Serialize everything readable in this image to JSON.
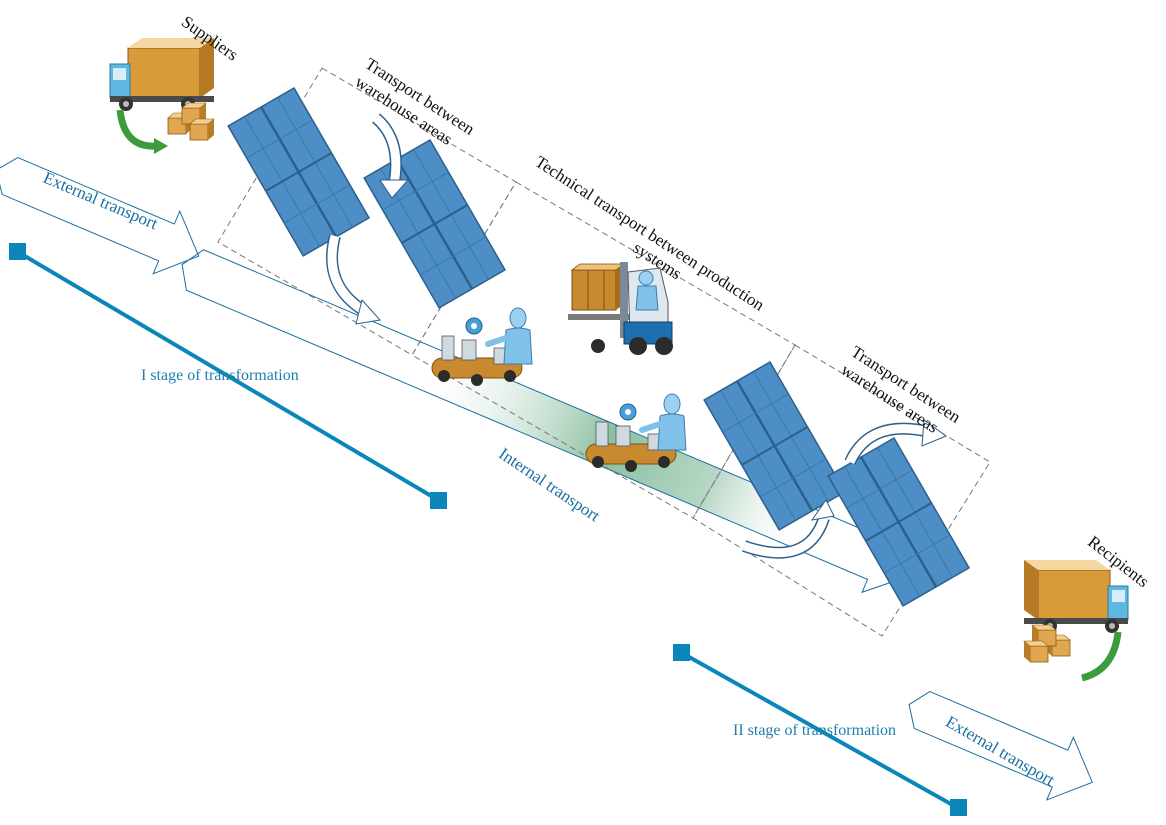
{
  "labels": {
    "suppliers": "Suppliers",
    "recipients": "Recipients",
    "external_transport_left": "External transport",
    "external_transport_right": "External transport",
    "internal_transport": "Internal transport",
    "stage_one": "I stage of transformation",
    "stage_two": "II stage of transformation",
    "warehouse_1_line1": "Transport between",
    "warehouse_1_line2": "warehouse areas",
    "technical_line1": "Technical transport between production",
    "technical_line2": "systems",
    "warehouse_2_line1": "Transport between",
    "warehouse_2_line2": "warehouse areas"
  },
  "colors": {
    "accent_blue": "#0a86b8",
    "stage_text": "#1f7fae",
    "arrow_text": "#1a6fa0",
    "rack_fill": "#4d8ec6",
    "rack_line": "#2c5f8c",
    "gradient_green": "#2e8b57",
    "truck_cargo": "#d99a3a",
    "truck_cab": "#5fb8e0",
    "green_arrow": "#3c9b3c"
  },
  "icons": [
    "supplier-truck-icon",
    "recipient-truck-icon",
    "warehouse-rack-icon",
    "conveyor-worker-icon",
    "forklift-icon",
    "curved-arrow-icon"
  ]
}
